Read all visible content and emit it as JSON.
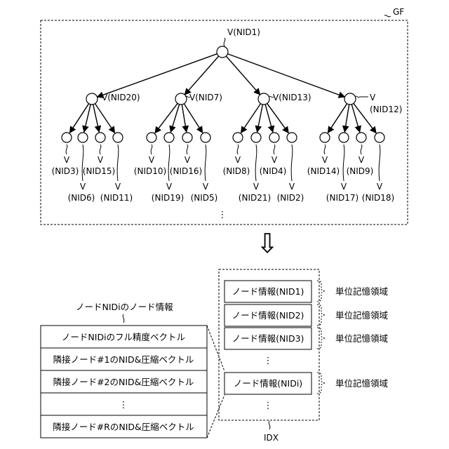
{
  "graph": {
    "label": "GF",
    "root": {
      "top": "V",
      "id": "(NID1)"
    },
    "level1": [
      {
        "label": "V(NID20)"
      },
      {
        "label": "V(NID7)"
      },
      {
        "label": "V(NID13)"
      },
      {
        "top": "V",
        "id": "(NID12)"
      }
    ],
    "leaves": [
      "(NID3)",
      "(NID6)",
      "(NID15)",
      "(NID11)",
      "(NID10)",
      "(NID19)",
      "(NID16)",
      "(NID5)",
      "(NID8)",
      "(NID21)",
      "(NID4)",
      "(NID2)",
      "(NID14)",
      "(NID17)",
      "(NID9)",
      "(NID18)"
    ],
    "leaf_v": "V",
    "ellipsis": "⋮"
  },
  "arrow": "⇩",
  "node_info": {
    "title": "ノードNIDiのノード情報",
    "rows": [
      "ノードNIDiのフル精度ベクトル",
      "隣接ノード#1のNID&圧縮ベクトル",
      "隣接ノード#2のNID&圧縮ベクトル",
      "⋮",
      "隣接ノード#RのNID&圧縮ベクトル"
    ]
  },
  "index": {
    "label": "IDX",
    "boxes": [
      "ノード情報(NID1)",
      "ノード情報(NID2)",
      "ノード情報(NID3)",
      "ノード情報(NIDi)"
    ],
    "ellipsis": "⋮",
    "unit_label": "単位記憶領域"
  }
}
